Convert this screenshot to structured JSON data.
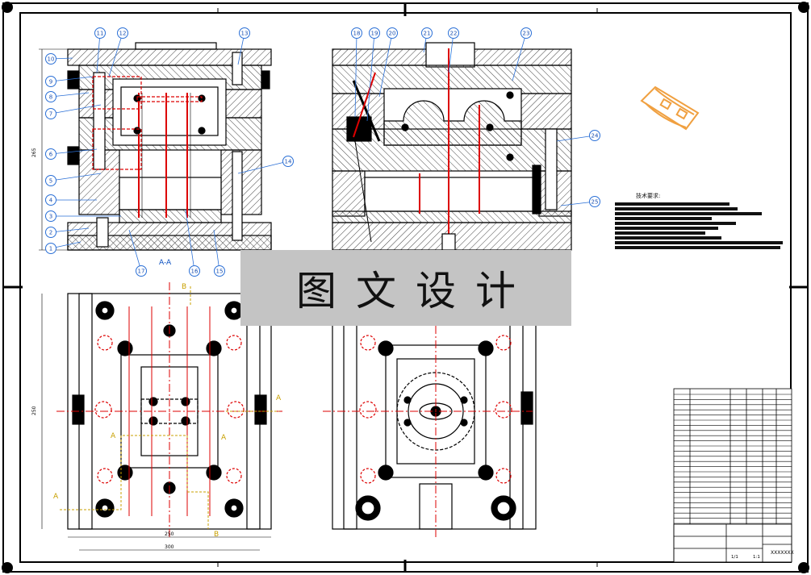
{
  "banner_text": "图文设计",
  "part_labels": [
    "1",
    "2",
    "3",
    "4",
    "5",
    "6",
    "7",
    "8",
    "9",
    "10",
    "11",
    "12",
    "13",
    "14",
    "15",
    "16",
    "17",
    "18",
    "19",
    "20",
    "21",
    "22",
    "23",
    "24",
    "25"
  ],
  "section_label": "A-A",
  "view_markers": {
    "a": "A",
    "b": "B"
  },
  "dimensions": {
    "height_side": "265",
    "height_plan": "250",
    "width_inner": "250",
    "width_outer": "300"
  },
  "notes_title": "技术要求:",
  "title_block": {
    "drawing_no": "XXXXXXX",
    "scale": "1:1",
    "sheet": "1/1"
  },
  "colors": {
    "line": "#000000",
    "center": "#d00000",
    "leader": "#2a6fd6",
    "hatch": "#444444",
    "part": "#f0a040",
    "marker": "#c8a000"
  }
}
